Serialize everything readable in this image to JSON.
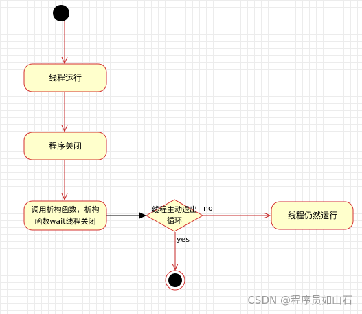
{
  "nodes": {
    "thread_running": "线程运行",
    "program_close": "程序关闭",
    "call_destructor": [
      "调用析构函数，析构",
      "函数wait线程关闭"
    ],
    "decision": [
      "线程主动退出",
      "循环"
    ],
    "still_running": "线程仍然运行"
  },
  "edge_labels": {
    "no": "no",
    "yes": "yes"
  },
  "watermark": "CSDN @程序员如山石",
  "colors": {
    "node_fill": "#ffffcc",
    "stroke": "#d32f2f",
    "edge": "#c62828"
  }
}
